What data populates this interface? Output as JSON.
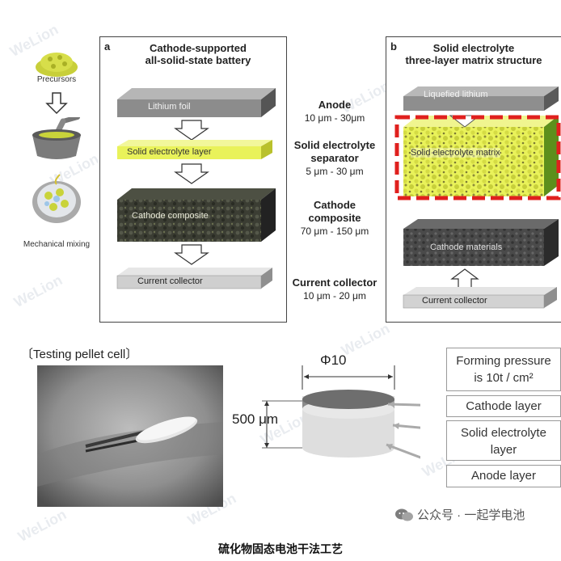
{
  "watermark": "WeLion",
  "left_column": {
    "precursors_label": "Precursors",
    "mixing_label": "Mechanical mixing"
  },
  "panel_a": {
    "letter": "a",
    "title_line1": "Cathode-supported",
    "title_line2": "all-solid-state battery",
    "layers": [
      "Lithium foil",
      "Solid electrolyte layer",
      "Cathode composite",
      "Current collector"
    ]
  },
  "middle": {
    "anode": {
      "name": "Anode",
      "range": "10 μm - 30μm"
    },
    "separator": {
      "name_line1": "Solid electrolyte",
      "name_line2": "separator",
      "range": "5 μm - 30 μm"
    },
    "cathode": {
      "name_line1": "Cathode",
      "name_line2": "composite",
      "range": "70 μm - 150 μm"
    },
    "collector": {
      "name": "Current collector",
      "range": "10 μm - 20 μm"
    }
  },
  "panel_b": {
    "letter": "b",
    "title_line1": "Solid electrolyte",
    "title_line2": "three-layer matrix structure",
    "layers": [
      "Liquefied lithium",
      "Solid electrolyte matrix",
      "Cathode materials",
      "Current collector"
    ]
  },
  "bottom": {
    "title": "〔Testing pellet cell〕",
    "diameter": "Φ10",
    "thickness": "500 μm",
    "forming_line1": "Forming pressure",
    "forming_line2": "is 10t / cm²",
    "cathode_layer": "Cathode layer",
    "se_line1": "Solid electrolyte",
    "se_line2": "layer",
    "anode_layer": "Anode layer"
  },
  "footer": {
    "caption": "硫化物固态电池干法工艺",
    "wechat": "公众号 · 一起学电池"
  },
  "colors": {
    "yellow": "#e9f25a",
    "red_dash": "#e0201e",
    "dark_layer": "#3a3a36",
    "gray_layer": "#8c8c8c"
  }
}
